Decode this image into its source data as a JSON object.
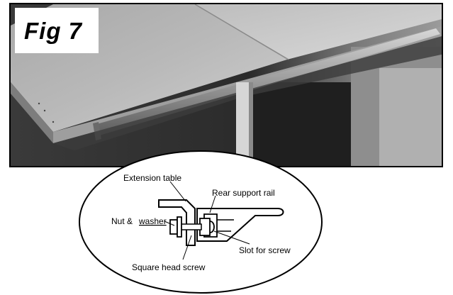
{
  "figure": {
    "label": "Fig 7"
  },
  "callouts": {
    "extension_table": "Extension table",
    "rear_support_rail": "Rear support rail",
    "nut": "Nut &",
    "washer": "washer",
    "slot_for_screw": "Slot for screw",
    "square_head_screw": "Square head screw"
  }
}
